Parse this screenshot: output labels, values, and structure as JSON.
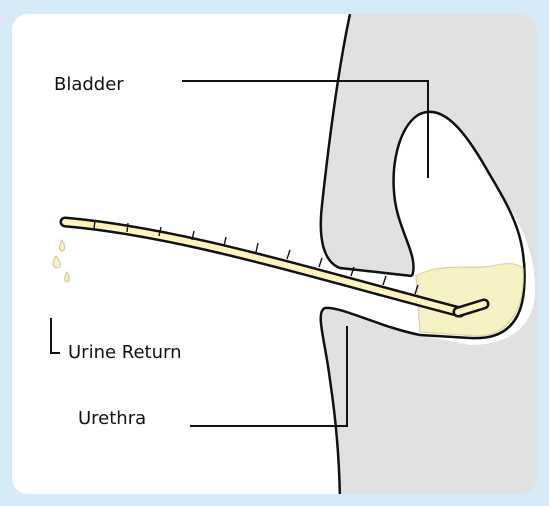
{
  "labels": {
    "bladder": "Bladder",
    "urine_return": "Urine Return",
    "urethra": "Urethra"
  },
  "colors": {
    "page_background": "#d6ebf7",
    "panel_background": "#ffffff",
    "body_tissue": "#e0e1e3",
    "urine": "#f6f1c2",
    "catheter": "#fdf3be",
    "outline": "#111111"
  }
}
